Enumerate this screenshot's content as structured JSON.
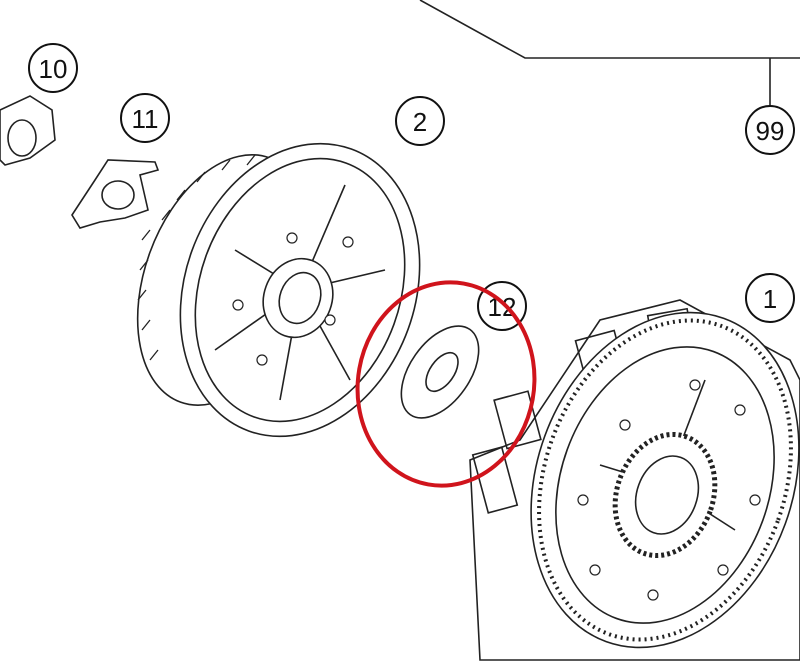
{
  "diagram": {
    "callouts": [
      {
        "id": "10",
        "label": "10"
      },
      {
        "id": "11",
        "label": "11"
      },
      {
        "id": "2",
        "label": "2"
      },
      {
        "id": "12",
        "label": "12"
      },
      {
        "id": "1",
        "label": "1"
      },
      {
        "id": "99",
        "label": "99"
      }
    ],
    "highlight_color": "#d0141c"
  }
}
